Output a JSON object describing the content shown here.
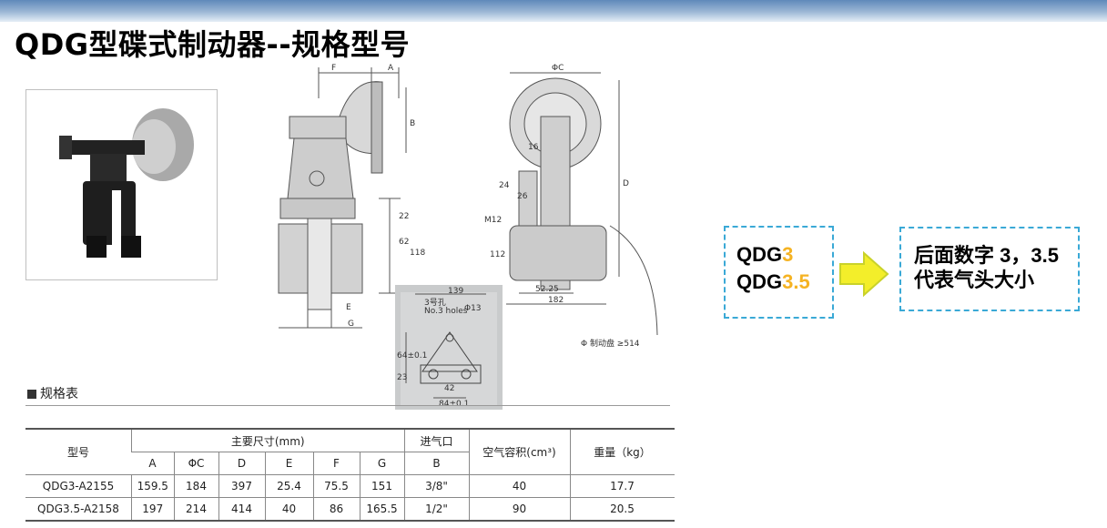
{
  "title": "QDG型碟式制动器--规格型号",
  "side_view_labels": {
    "f": "F",
    "a": "A",
    "b": "B",
    "d22": "22",
    "d62": "62",
    "d118": "118",
    "e": "E",
    "g": "G"
  },
  "front_view_labels": {
    "oc": "ΦC",
    "d16": "16",
    "d24": "24",
    "d26": "26",
    "m12": "M12",
    "d": "D",
    "d112": "112",
    "d5225": "52.25",
    "d182": "182",
    "disc": "Φ 制动盘 ≥514"
  },
  "hole_labels": {
    "w139": "139",
    "holes": "3号孔",
    "holes_en": "No.3 holes",
    "phi13": "Φ13",
    "d64": "64±0.1",
    "d23": "23",
    "d42": "42",
    "d84": "84±0.1"
  },
  "spec": {
    "heading": "规格表",
    "col_model": "型号",
    "col_main_dims": "主要尺寸(mm)",
    "col_inlet": "进气口",
    "col_air": "空气容积(cm³)",
    "col_weight": "重量（kg）",
    "sub": [
      "A",
      "ΦC",
      "D",
      "E",
      "F",
      "G",
      "B"
    ],
    "rows": [
      [
        "QDG3-A2155",
        "159.5",
        "184",
        "397",
        "25.4",
        "75.5",
        "151",
        "3/8\"",
        "40",
        "17.7"
      ],
      [
        "QDG3.5-A2158",
        "197",
        "214",
        "414",
        "40",
        "86",
        "165.5",
        "1/2\"",
        "90",
        "20.5"
      ]
    ]
  },
  "callout_left": {
    "l1_prefix": "QDG",
    "l1_num": "3",
    "l2_prefix": "QDG",
    "l2_num": "3.5"
  },
  "callout_right": {
    "line1": "后面数字 3，3.5",
    "line2": "代表气头大小"
  },
  "colors": {
    "accent": "#f5b323",
    "box_border": "#3aa9d6",
    "arrow_fill": "#f3ee2a"
  }
}
